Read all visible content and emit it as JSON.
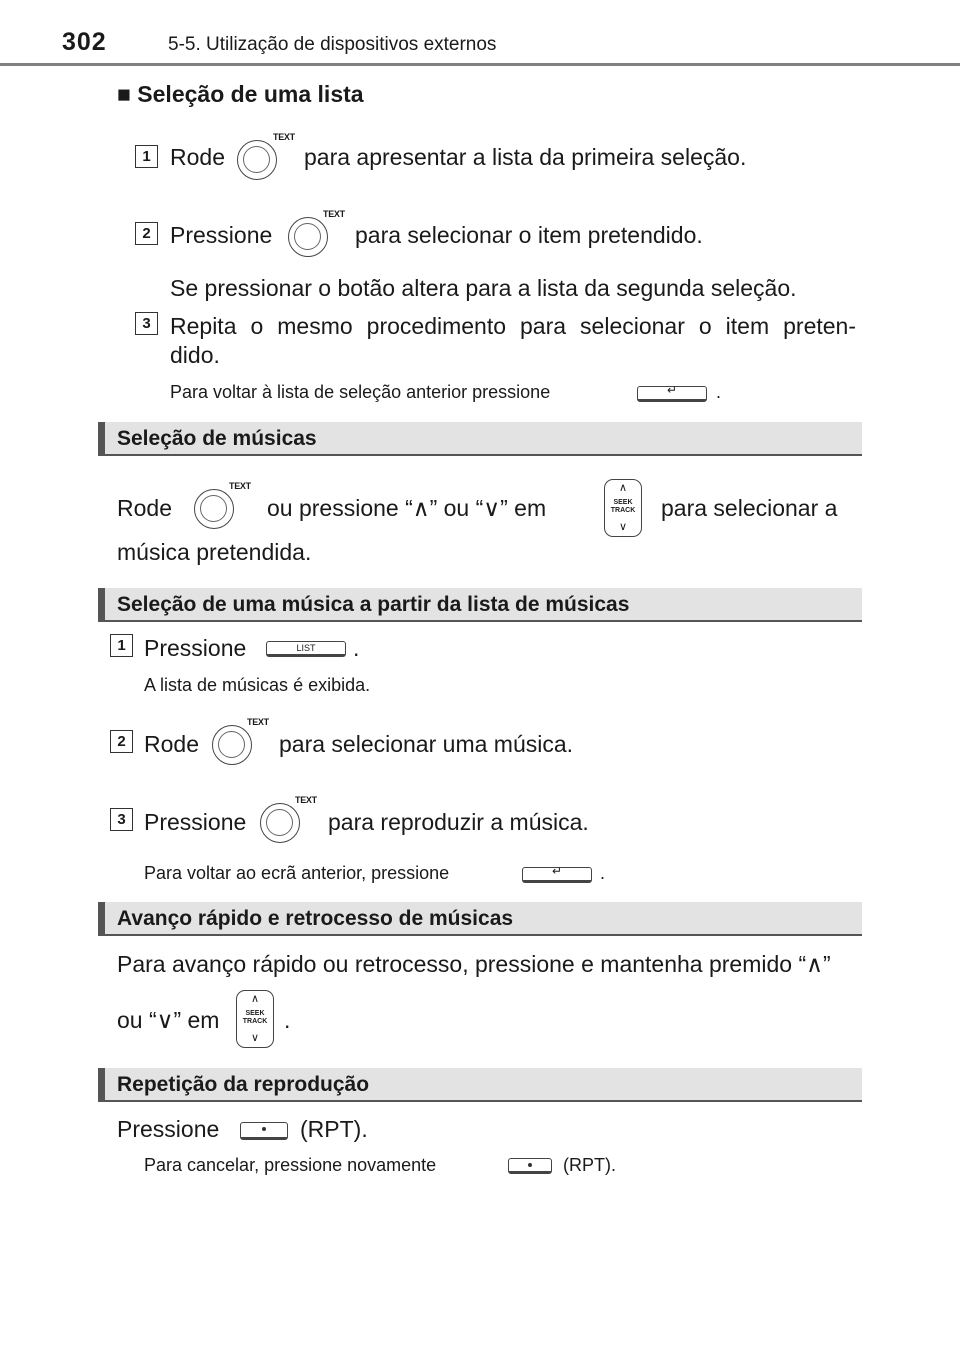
{
  "header": {
    "page_number": "302",
    "chapter": "5-5. Utilização de dispositivos externos"
  },
  "section_list": {
    "heading": "Seleção de uma lista",
    "step1": {
      "num": "1",
      "pre": "Rode",
      "post": "para apresentar a lista da primeira seleção."
    },
    "step2": {
      "num": "2",
      "pre": "Pressione",
      "post": "para selecionar o item pretendido.",
      "note": "Se pressionar o botão altera para a lista da segunda seleção."
    },
    "step3": {
      "num": "3",
      "line1": "Repita  o  mesmo  procedimento  para  selecionar  o  item  preten-",
      "line2": "dido.",
      "note_pre": "Para voltar à lista de seleção anterior pressione",
      "note_post": "."
    }
  },
  "section_songs": {
    "heading": "Seleção de músicas",
    "l1_a": "Rode",
    "l1_b": "ou  pressione  “∧”  ou  “∨”  em",
    "l1_c": "para  selecionar  a",
    "l2": "música pretendida."
  },
  "section_songlist": {
    "heading": "Seleção de uma música a partir da lista de músicas",
    "step1": {
      "num": "1",
      "pre": "Pressione",
      "post": ".",
      "note": "A lista de músicas é exibida."
    },
    "step2": {
      "num": "2",
      "pre": "Rode",
      "post": "para selecionar uma música."
    },
    "step3": {
      "num": "3",
      "pre": "Pressione",
      "post": "para reproduzir a música.",
      "note_pre": "Para voltar ao ecrã anterior, pressione",
      "note_post": "."
    }
  },
  "section_ff": {
    "heading": "Avanço rápido e retrocesso de músicas",
    "l1": "Para avanço rápido ou retrocesso, pressione e mantenha premido “∧”",
    "l2_pre": "ou “∨” em",
    "l2_post": "."
  },
  "section_repeat": {
    "heading": "Repetição da reprodução",
    "l1_pre": "Pressione",
    "l1_post": "(RPT).",
    "note_pre": "Para cancelar, pressione novamente",
    "note_post": "(RPT)."
  },
  "icons": {
    "knob_label": "TEXT",
    "list_label": "LIST",
    "seek_label_1": "SEEK",
    "seek_label_2": "TRACK",
    "seek_up": "∧",
    "seek_down": "∨"
  }
}
